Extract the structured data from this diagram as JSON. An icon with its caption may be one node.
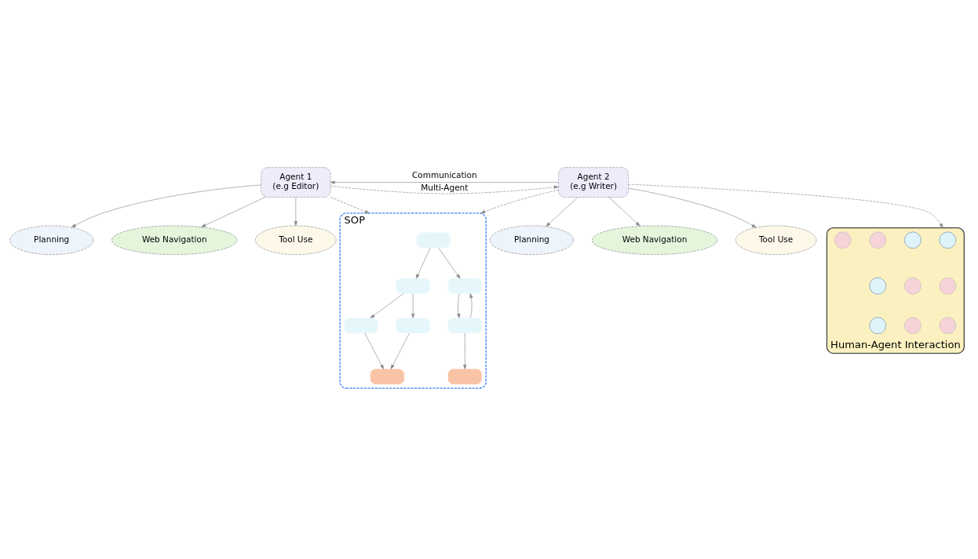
{
  "diagram": {
    "nodes": [
      {
        "text": [
          "Planning"
        ]
      },
      {
        "text": [
          "Web Navigation"
        ]
      },
      {
        "text": [
          "Agent 1",
          "(e.g Editor)"
        ]
      },
      {
        "text": [
          "Tool Use"
        ]
      },
      {
        "text": [
          "Planning"
        ]
      },
      {
        "text": [
          "Web Navigation"
        ]
      },
      {
        "text": [
          "Agent 2",
          "(e.g Writer)"
        ]
      },
      {
        "text": [
          "Tool Use"
        ]
      },
      {
        "text": [
          "SOP"
        ]
      },
      {
        "text": [],
        "shape": "box",
        "in": 8
      },
      {
        "text": [],
        "shape": "box",
        "in": 8
      },
      {
        "text": [],
        "shape": "box",
        "in": 8
      },
      {
        "text": [],
        "shape": "box",
        "in": 8
      },
      {
        "text": [],
        "shape": "box",
        "in": 8
      },
      {
        "text": [],
        "shape": "box",
        "in": 8
      },
      {
        "text": [],
        "shape": "bar",
        "in": 8
      },
      {
        "text": [],
        "shape": "bar",
        "in": 8
      },
      {
        "text": [
          "Human-Agent Interaction"
        ]
      },
      {
        "text": [],
        "shape": "circle",
        "in": 17
      },
      {
        "text": [],
        "shape": "circle",
        "in": 17
      },
      {
        "text": [],
        "shape": "person",
        "in": 17
      },
      {
        "text": [],
        "shape": "person",
        "in": 17
      },
      {
        "text": [],
        "shape": "person",
        "in": 17
      },
      {
        "text": [],
        "shape": "circle",
        "in": 17
      },
      {
        "text": [],
        "shape": "person",
        "in": 17
      },
      {
        "text": [],
        "shape": "person",
        "in": 17
      },
      {
        "text": [],
        "shape": "circle",
        "in": 17
      },
      {
        "text": [],
        "shape": "person",
        "in": 17
      }
    ],
    "edges": [
      {
        "from": 2,
        "to": 0,
        "arrow": "to"
      },
      {
        "from": 2,
        "to": 1,
        "arrow": "to"
      },
      {
        "from": 2,
        "to": 3,
        "arrow": "to"
      },
      {
        "from": 2,
        "to": 6,
        "arrow": "to",
        "label": "Multi-Agent",
        "style": "dashed"
      },
      {
        "from": 6,
        "to": 2,
        "arrow": "to",
        "label": "Communication"
      },
      {
        "from": 6,
        "to": 4,
        "arrow": "to"
      },
      {
        "from": 6,
        "to": 5,
        "arrow": "to"
      },
      {
        "from": 6,
        "to": 7,
        "arrow": "to"
      },
      {
        "from": 2,
        "to": 8,
        "arrow": "to",
        "style": "dashed"
      },
      {
        "from": 6,
        "to": 8,
        "arrow": "to",
        "style": "dashed"
      },
      {
        "from": 6,
        "to": 17,
        "arrow": "to",
        "style": "dashed"
      },
      {
        "from": 9,
        "to": 10,
        "arrow": "to"
      },
      {
        "from": 9,
        "to": 11,
        "arrow": "to"
      },
      {
        "from": 10,
        "to": 12,
        "arrow": "to"
      },
      {
        "from": 10,
        "to": 13,
        "arrow": "to"
      },
      {
        "from": 12,
        "to": 15,
        "arrow": "to"
      },
      {
        "from": 13,
        "to": 15,
        "arrow": "to"
      },
      {
        "from": 11,
        "to": 14,
        "arrow": "to"
      },
      {
        "from": 14,
        "to": 16,
        "arrow": "to"
      },
      {
        "from": 14,
        "to": 11,
        "arrow": "to"
      }
    ]
  }
}
